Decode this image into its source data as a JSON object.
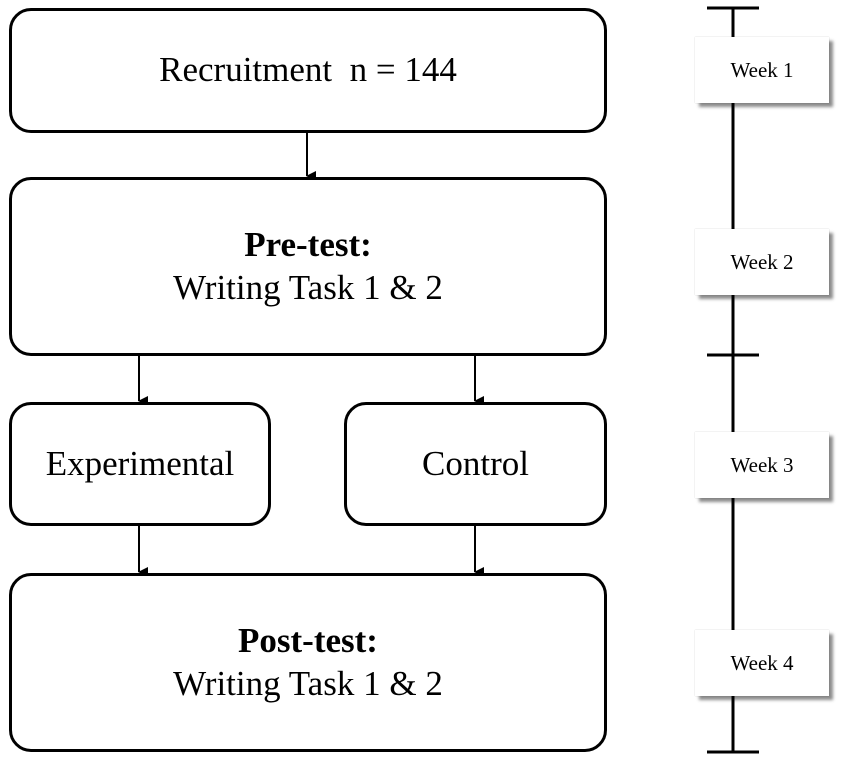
{
  "flow": {
    "recruitment": {
      "label": "Recruitment  n = 144"
    },
    "pretest": {
      "title": "Pre-test:",
      "detail": "Writing Task 1 & 2"
    },
    "experimental": {
      "label": "Experimental"
    },
    "control": {
      "label": "Control"
    },
    "posttest": {
      "title": "Post-test:",
      "detail": "Writing Task 1 & 2"
    }
  },
  "timeline": {
    "weeks": [
      "Week 1",
      "Week 2",
      "Week 3",
      "Week 4"
    ]
  }
}
